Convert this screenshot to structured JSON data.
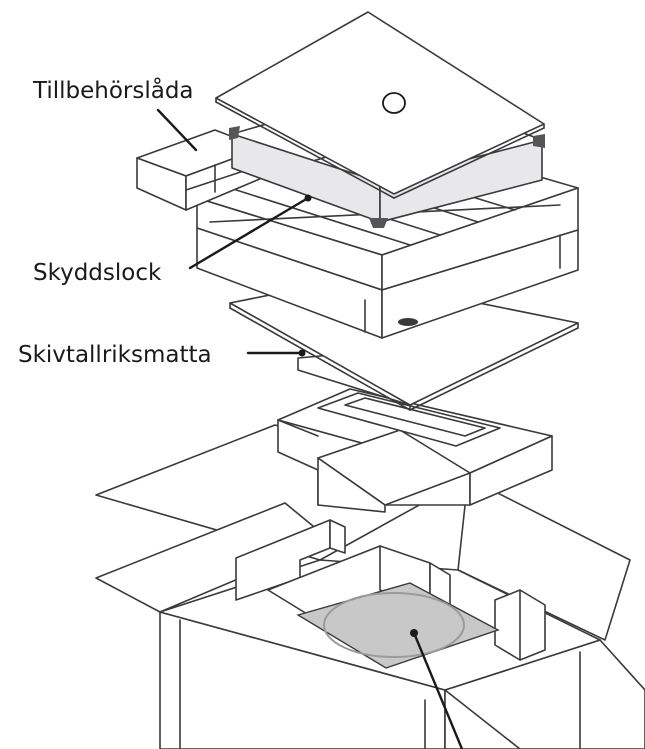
{
  "diagram": {
    "labels": {
      "accessory_box": "Tillbehörslåda",
      "dust_cover": "Skyddslock",
      "platter_mat": "Skivtallriksmatta"
    },
    "colors": {
      "line": "#3a3a3a",
      "dust_cover_fill": "#e8e8ea",
      "turntable_fill": "#c8c8c8",
      "platter_outline": "#9a9a9a"
    }
  }
}
